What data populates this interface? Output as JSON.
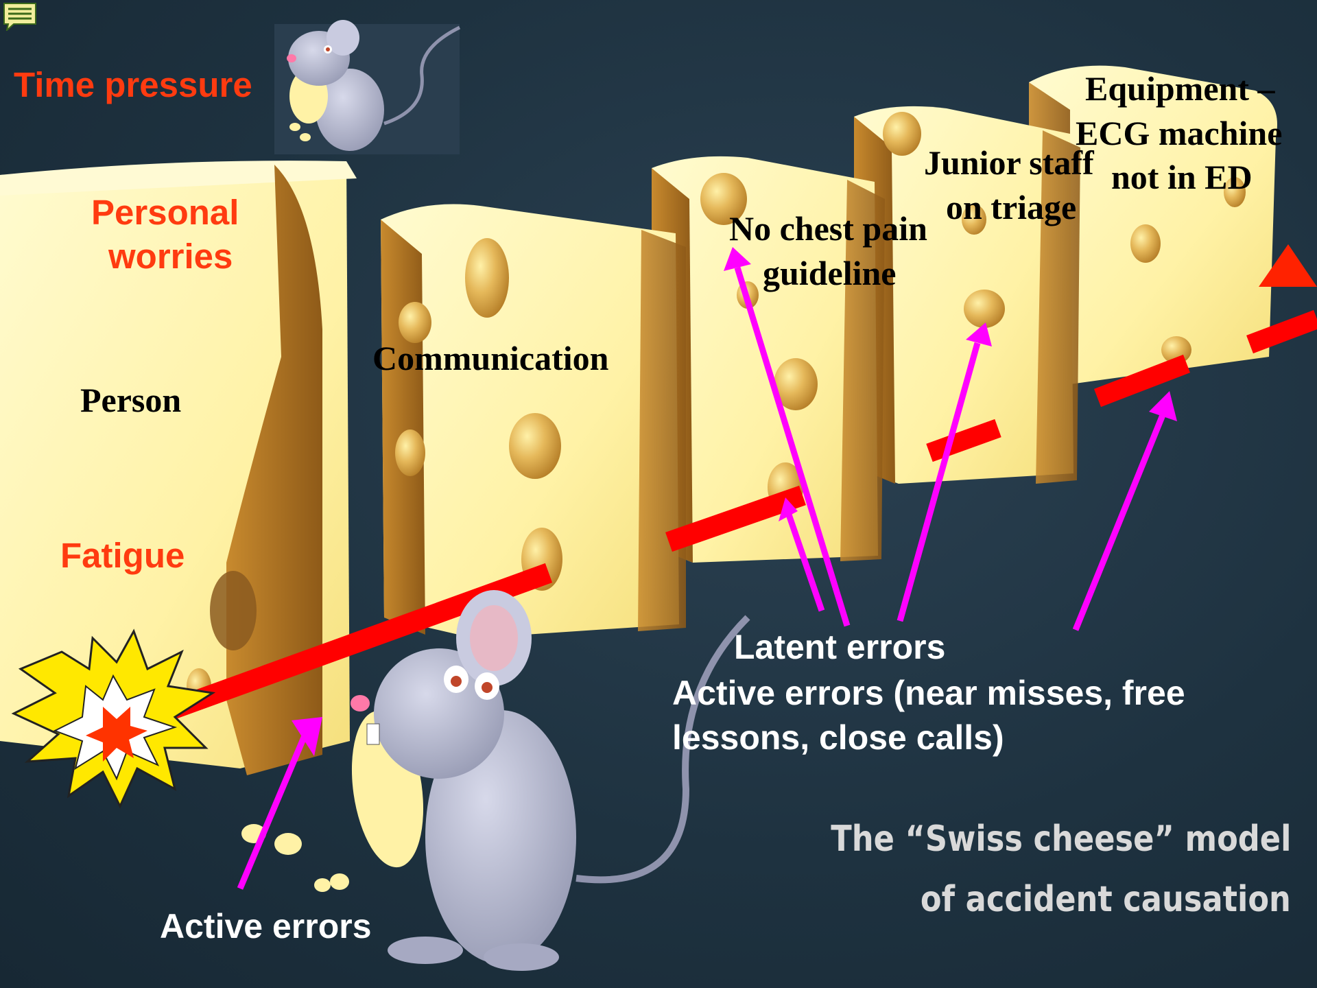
{
  "colors": {
    "red_text": "#ff3b10",
    "pointer": "#ff00ff",
    "trajectory": "#ff0000",
    "cheese": "#fff5b0",
    "background": "#1e3240"
  },
  "icons": [
    "notes-icon",
    "mouse-icon",
    "explosion-icon"
  ],
  "labels": {
    "time_pressure": "Time pressure",
    "personal_worries_1": "Personal",
    "personal_worries_2": "worries",
    "person": "Person",
    "fatigue": "Fatigue",
    "communication": "Communication",
    "no_chest_pain_1": "No chest pain",
    "no_chest_pain_2": "guideline",
    "junior_staff_1": "Junior staff",
    "junior_staff_2": "on triage",
    "equipment_1": "Equipment –",
    "equipment_2": "ECG machine",
    "equipment_3": "not in ED",
    "latent_errors": "Latent errors",
    "active_errors_near_1": "Active errors (near misses, free",
    "active_errors_near_2": "lessons, close calls)",
    "active_errors": "Active errors",
    "caption_1": "The “Swiss cheese” model",
    "caption_2": "of accident causation"
  }
}
